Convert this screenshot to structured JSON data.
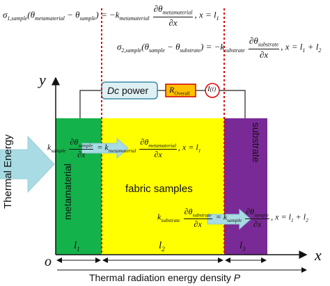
{
  "colors": {
    "metamaterial": "#14b24a",
    "fabric": "#ffff00",
    "substrate": "#7a2a96",
    "power_fill": "#dff0f4",
    "power_border": "#3a8aa8",
    "resistor_fill": "#ffc000",
    "resistor_border": "#cc0000",
    "arrow_fill": "#a8dbe4",
    "dashed": "#e00000"
  },
  "equations": {
    "eq1": {
      "lhs": "σ",
      "lhs_sub": "1,sample",
      "paren": "(θ",
      "t1_sub": "metamaterial",
      "minus": " − θ",
      "t2_sub": "sample",
      "close": ")",
      "eq": " = −k",
      "k_sub": "metamaterial",
      "num": "∂θ",
      "num_sub": "metamaterial",
      "den": "∂x",
      "cond": ", x = l",
      "cond_sub": "1"
    },
    "eq2": {
      "lhs": "σ",
      "lhs_sub": "2,sample",
      "paren": "(θ",
      "t1_sub": "sample",
      "minus": " − θ",
      "t2_sub": "substrate",
      "close": ")",
      "eq": " = −k",
      "k_sub": "substrate",
      "num": "∂θ",
      "num_sub": "substrate",
      "den": "∂x",
      "cond": ", x = l",
      "cond_sub": "1",
      "cond2": " + l",
      "cond2_sub": "2"
    },
    "eq3": {
      "k": "k",
      "k_sub": "sample",
      "num": "∂θ",
      "num_sub": "sample",
      "den": "∂x",
      "eq": " = k",
      "k2_sub": "metamaterial",
      "num2": "∂θ",
      "num2_sub": "metamaterial",
      "den2": "∂x",
      "cond": ", x = l",
      "cond_sub": "1"
    },
    "eq4": {
      "k": "k",
      "k_sub": "substrate",
      "num": "∂θ",
      "num_sub": "substrate",
      "den": "∂x",
      "eq": " = k",
      "k2_sub": "sample",
      "num2": "∂θ",
      "num2_sub": "sample",
      "den2": "∂x",
      "cond": ", x = l",
      "cond_sub": "1",
      "cond2": " + l",
      "cond2_sub": "2"
    }
  },
  "circuit": {
    "power_dc": "Dc",
    "power_text": " power",
    "resistor_r": "R",
    "resistor_sub": "Overall",
    "current_i": "I",
    "current_t": "(t)"
  },
  "regions": {
    "metamaterial": "metamaterial",
    "fabric": "fabric samples",
    "substrate": "substrate"
  },
  "thermal_energy": "Thermal Energy",
  "axes": {
    "y": "y",
    "x": "x",
    "origin": "o",
    "l1": "l",
    "l1_sub": "1",
    "l2": "l",
    "l2_sub": "2",
    "l3": "l",
    "l3_sub": "3",
    "xlabel": "Thermal radiation energy density ",
    "xlabel_var": "P"
  }
}
